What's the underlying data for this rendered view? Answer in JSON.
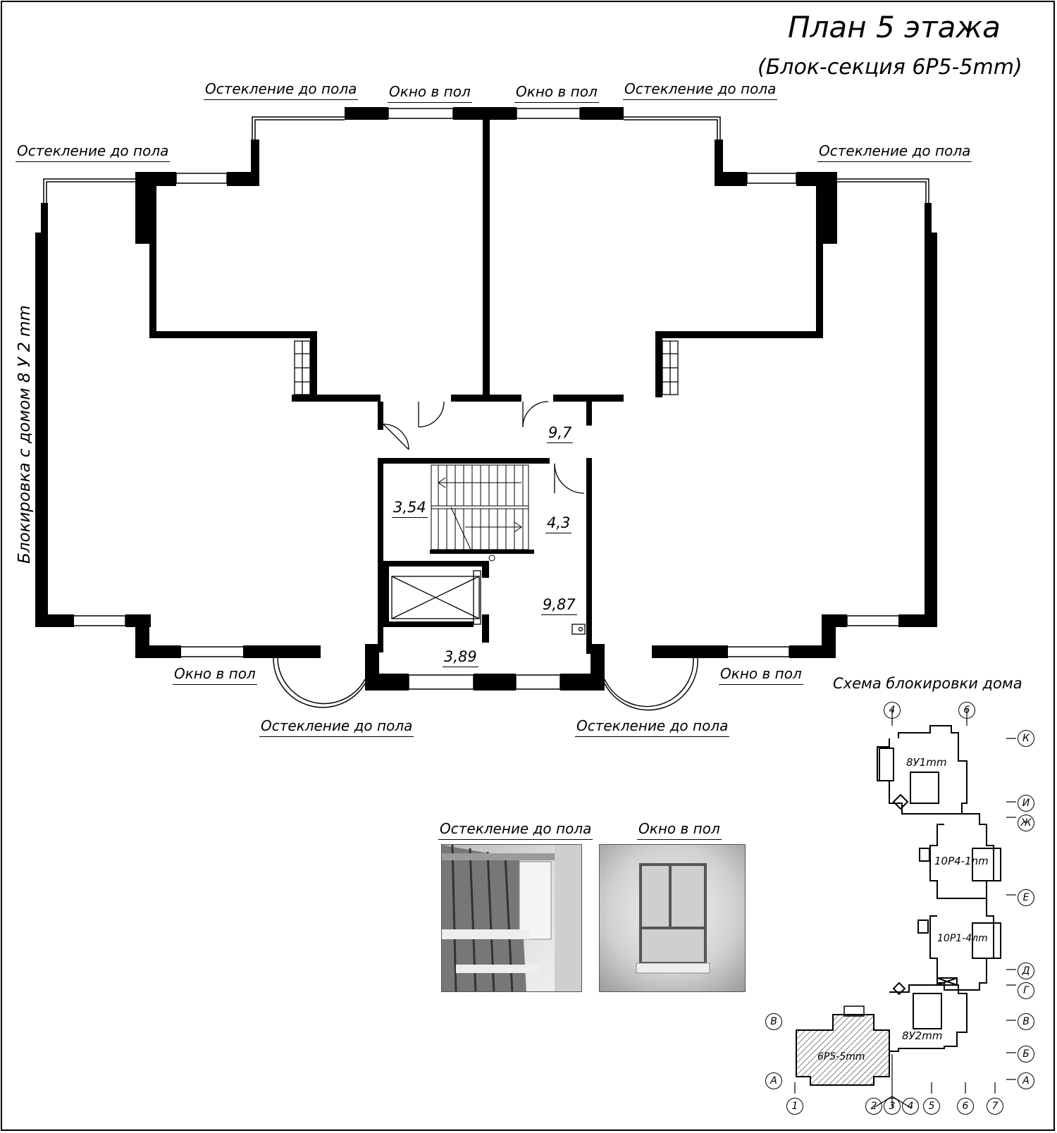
{
  "title": "План 5 этажа",
  "subtitle": "(Блок-секция 6Р5-5mm)",
  "side_label": "Блокировка с домом 8 У 2 mm",
  "labels": {
    "glazing": "Остекление до пола",
    "window": "Окно в пол"
  },
  "areas": {
    "lobby": "9,7",
    "stair": "3,54",
    "hall": "4,3",
    "elevator_hall": "9,87",
    "vestibule": "3,89"
  },
  "legend": {
    "glazing_title": "Остекление до пола",
    "window_title": "Окно в пол"
  },
  "scheme": {
    "title": "Схема блокировки дома",
    "blocks": [
      "8У1mm",
      "10Р4-1nm",
      "10Р1-4лm",
      "8У2mm",
      "6Р5-5mm"
    ],
    "axes_top": [
      "4",
      "6"
    ],
    "axes_bottom": [
      "1",
      "2",
      "3",
      "4",
      "5",
      "6",
      "7"
    ],
    "axes_right": [
      "К",
      "И",
      "Ж",
      "Е",
      "Д",
      "Г",
      "В",
      "Б",
      "А"
    ],
    "axes_left": [
      "В",
      "А"
    ]
  }
}
